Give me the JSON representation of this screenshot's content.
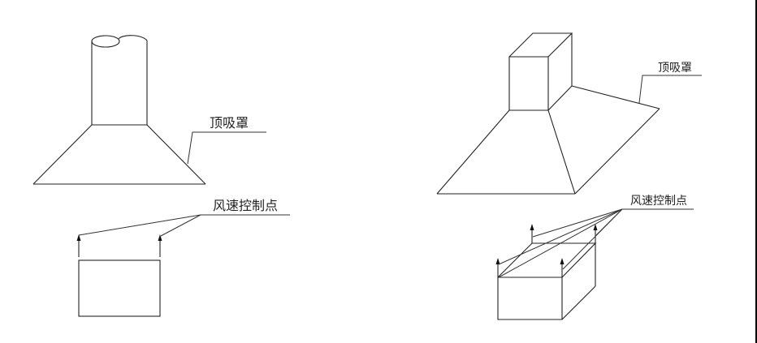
{
  "diagram": {
    "left": {
      "hood_label": "顶吸罩",
      "control_point_label": "风速控制点",
      "hood_shape": "circular-duct-conical-hood",
      "opening_shape": "rectangle-front-view",
      "control_points_count": 2
    },
    "right": {
      "hood_label": "顶吸罩",
      "control_point_label": "风速控制点",
      "hood_shape": "square-duct-pyramidal-hood",
      "opening_shape": "box-isometric-view",
      "control_points_count": 4
    }
  },
  "colors": {
    "line": "#222222",
    "background": "#ffffff",
    "border": "#000000"
  }
}
